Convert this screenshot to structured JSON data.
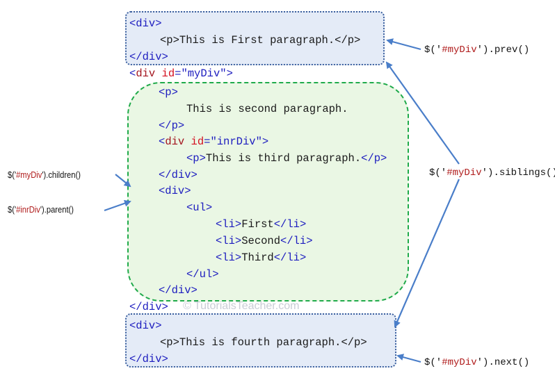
{
  "code_lines": {
    "prev_open": "<div>",
    "prev_p": "<p>This is First paragraph.</p>",
    "prev_close": "</div>",
    "mydiv_open_tag": "div",
    "mydiv_attr": "id",
    "mydiv_value": "\"myDiv\"",
    "p_open": "<p>",
    "p_text": "This is second paragraph.",
    "p_close": "</p>",
    "inr_open_tag": "div",
    "inr_attr": "id",
    "inr_value": "\"inrDiv\"",
    "inr_p_open": "<p>",
    "inr_p_text": "This is third paragraph.",
    "inr_p_close": "</p>",
    "inr_close": "</div>",
    "div2_open": "<div>",
    "ul_open": "<ul>",
    "li_1_text": "First",
    "li_2_text": "Second",
    "li_3_text": "Third",
    "li_open": "<li>",
    "li_close": "</li>",
    "ul_close": "</ul>",
    "div2_close": "</div>",
    "mydiv_close": "</div>",
    "next_open": "<div>",
    "next_p": "<p>This is fourth paragraph.</p>",
    "next_close": "</div>"
  },
  "labels": {
    "prev": {
      "prefix": "$('",
      "selector": "#myDiv",
      "suffix": "').prev()"
    },
    "siblings": {
      "prefix": "$('",
      "selector": "#myDiv",
      "suffix": "').siblings()"
    },
    "next": {
      "prefix": "$('",
      "selector": "#myDiv",
      "suffix": "').next()"
    },
    "children": {
      "prefix": "$('",
      "selector": "#myDiv",
      "suffix": "').children()"
    },
    "parent": {
      "prefix": "$('",
      "selector": "#inrDiv",
      "suffix": "').parent()"
    }
  },
  "watermark": "© TutorialsTeacher.com",
  "colors": {
    "tag": "#1c1cbf",
    "tag_name": "#a3141e",
    "attribute": "#d40f1f",
    "selector": "#b01c1c",
    "arrow": "#4a7ec9",
    "box_prev_next_fill": "#e4ebf7",
    "box_children_fill": "#eaf7e4",
    "box_children_border": "#1faa4a"
  }
}
